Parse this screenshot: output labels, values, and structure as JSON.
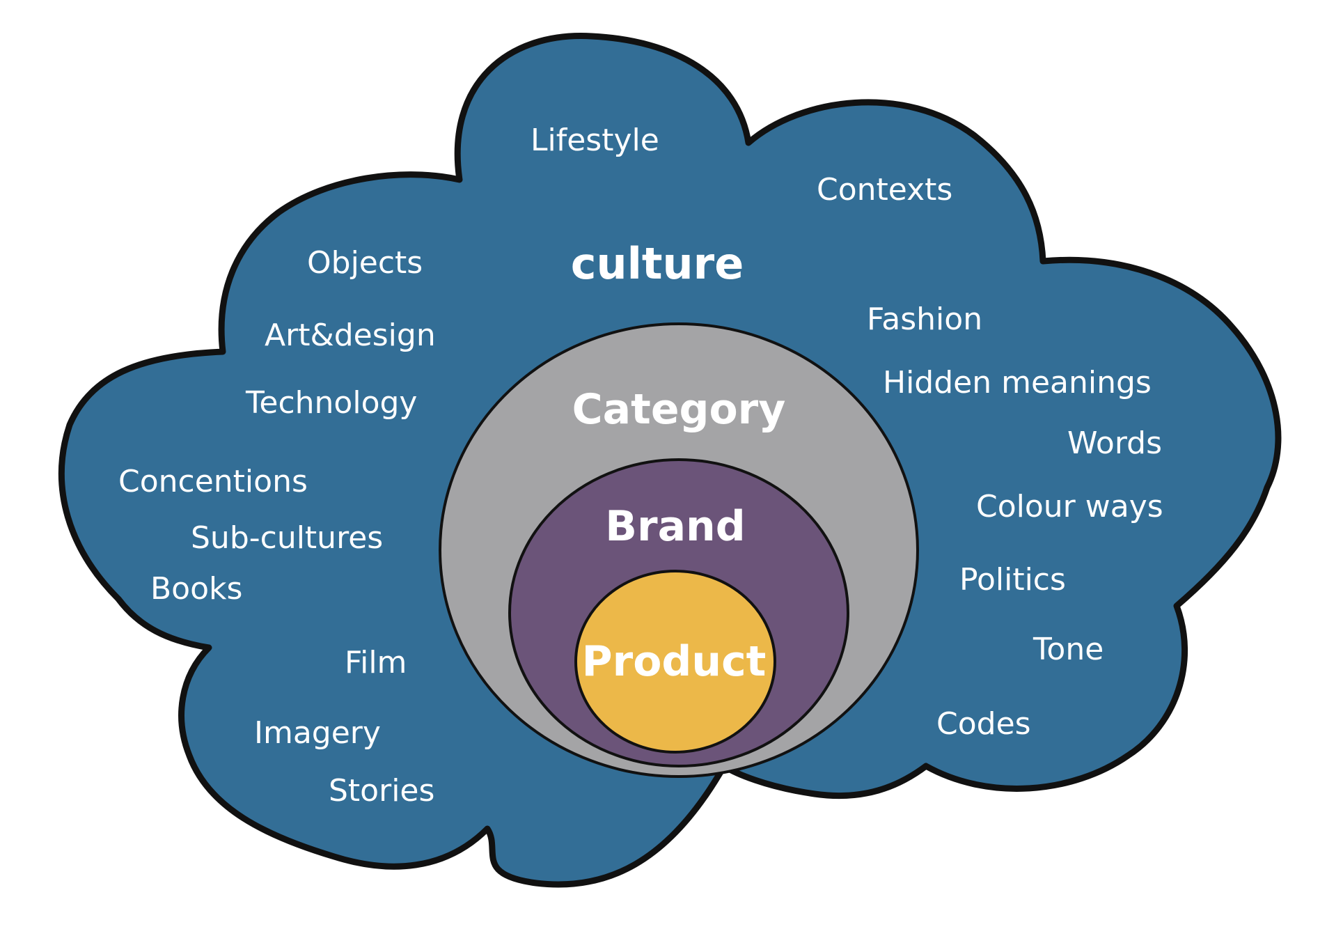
{
  "colors": {
    "cloud": "#336e96",
    "category": "#a4a4a6",
    "brand": "#6b5479",
    "product": "#ecb849",
    "outline": "#111111",
    "text": "#ffffff"
  },
  "culture": {
    "label": "culture",
    "terms": {
      "lifestyle": "Lifestyle",
      "contexts": "Contexts",
      "objects": "Objects",
      "art_design": "Art&design",
      "technology": "Technology",
      "concentions": "Concentions",
      "sub_cultures": "Sub-cultures",
      "books": "Books",
      "film": "Film",
      "imagery": "Imagery",
      "stories": "Stories",
      "fashion": "Fashion",
      "hidden_meanings": "Hidden meanings",
      "words": "Words",
      "colour_ways": "Colour ways",
      "politics": "Politics",
      "tone": "Tone",
      "codes": "Codes"
    }
  },
  "category": {
    "label": "Category"
  },
  "brand": {
    "label": "Brand"
  },
  "product": {
    "label": "Product"
  }
}
